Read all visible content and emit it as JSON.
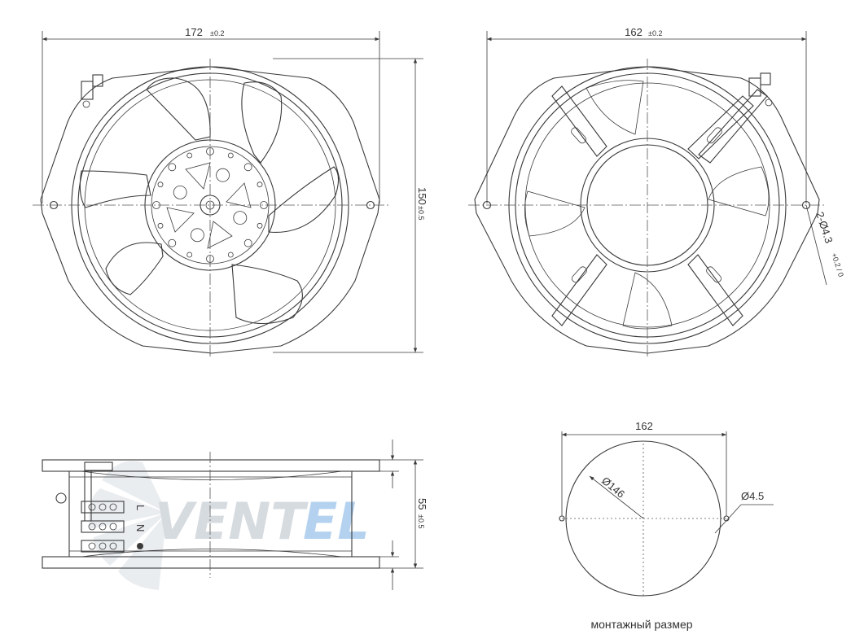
{
  "dimensions": {
    "front_width": "172",
    "front_width_tol": "±0.2",
    "back_width": "162",
    "back_width_tol": "±0.2",
    "height": "150",
    "height_tol": "±0.5",
    "mount_holes": "2-Ø4.3",
    "mount_holes_tol": "+0.2 / 0",
    "depth": "55",
    "depth_tol": "±0.5",
    "pitch": "162",
    "circle_dia": "Ø146",
    "hole_dia": "Ø4.5"
  },
  "terminal_labels": [
    "L",
    "N"
  ],
  "watermark": {
    "part1": "VENT",
    "part2": "EL",
    "color1": "#c9cfd6",
    "color2": "#9cc3ea"
  },
  "caption": "монтажный размер",
  "colors": {
    "line": "#3a3a3a",
    "background": "#ffffff"
  }
}
